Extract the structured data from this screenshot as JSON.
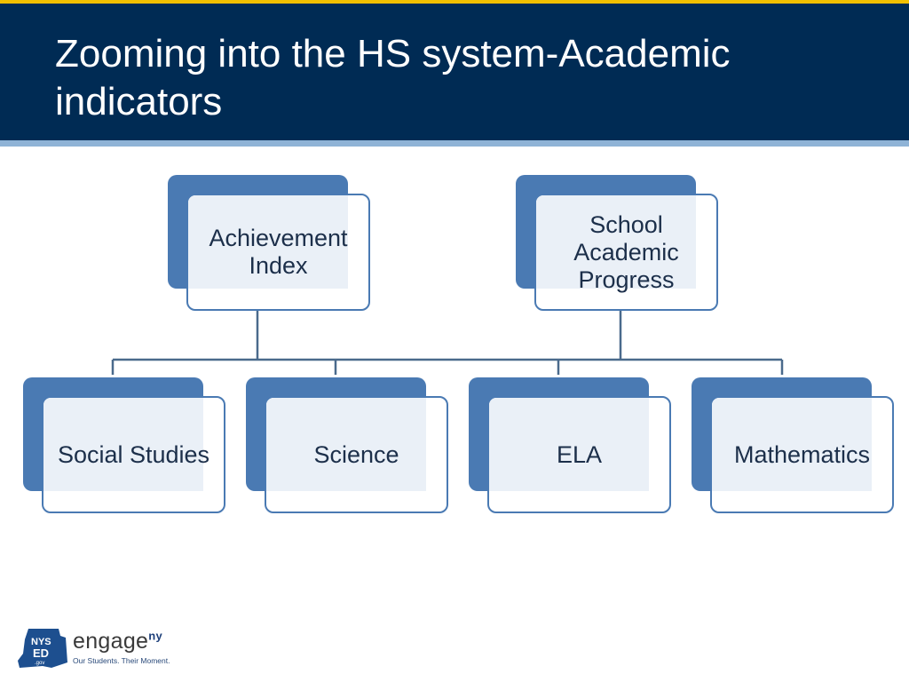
{
  "slide": {
    "title": "Zooming into the HS system-Academic indicators"
  },
  "diagram": {
    "top_nodes": [
      {
        "label": "Achievement Index"
      },
      {
        "label": "School Academic Progress"
      }
    ],
    "bottom_nodes": [
      {
        "label": "Social Studies"
      },
      {
        "label": "Science"
      },
      {
        "label": "ELA"
      },
      {
        "label": "Mathematics"
      }
    ]
  },
  "logo": {
    "state_text": "NYS",
    "ed_text": "ED",
    "gov_text": ".gov",
    "brand": "engage",
    "brand_suffix": "ny",
    "tagline": "Our Students. Their Moment."
  },
  "colors": {
    "header": "#002b54",
    "accent_top": "#f2c000",
    "node_blue": "#4a7ab3"
  }
}
